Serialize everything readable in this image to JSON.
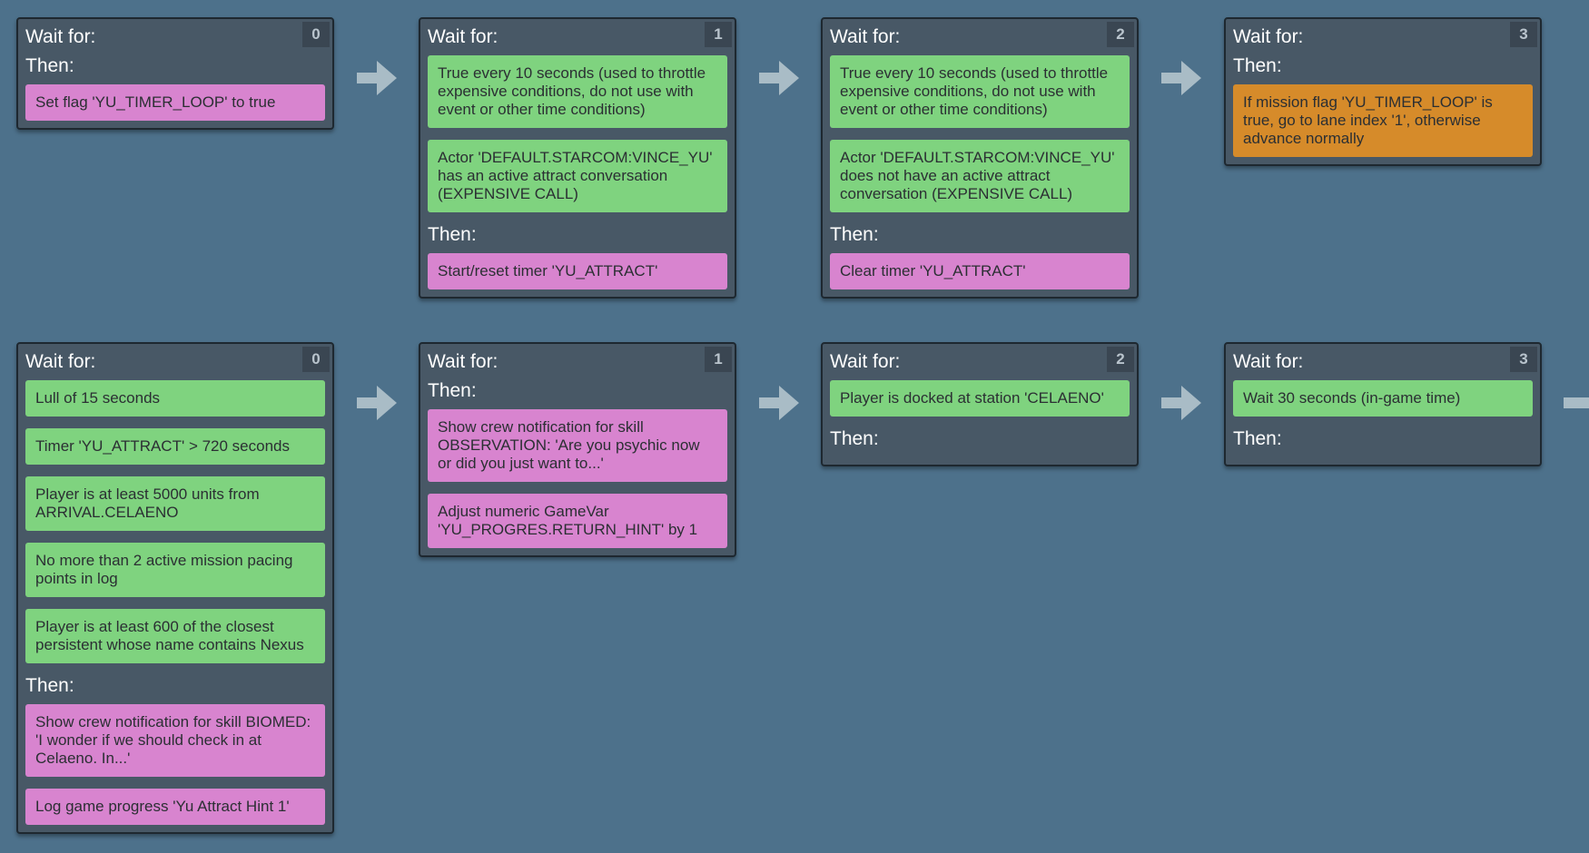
{
  "labels": {
    "wait_for": "Wait for:",
    "then": "Then:"
  },
  "lanes": [
    {
      "nodes": [
        {
          "index": "0",
          "conditions": [],
          "actions": [
            {
              "type": "action",
              "text": "Set flag 'YU_TIMER_LOOP' to true"
            }
          ]
        },
        {
          "index": "1",
          "conditions": [
            {
              "text": "True every 10 seconds (used to throttle expensive conditions, do not use with event or other time conditions)"
            },
            {
              "text": "Actor 'DEFAULT.STARCOM:VINCE_YU' has an active attract conversation (EXPENSIVE CALL)"
            }
          ],
          "actions": [
            {
              "type": "action",
              "text": "Start/reset timer 'YU_ATTRACT'"
            }
          ]
        },
        {
          "index": "2",
          "conditions": [
            {
              "text": "True every 10 seconds (used to throttle expensive conditions, do not use with event or other time conditions)"
            },
            {
              "text": "Actor 'DEFAULT.STARCOM:VINCE_YU' does not have an active attract conversation (EXPENSIVE CALL)"
            }
          ],
          "actions": [
            {
              "type": "action",
              "text": "Clear timer 'YU_ATTRACT'"
            }
          ]
        },
        {
          "index": "3",
          "conditions": [],
          "actions": [
            {
              "type": "flow",
              "text": "If mission flag 'YU_TIMER_LOOP' is true, go to lane index '1', otherwise advance normally"
            }
          ]
        }
      ]
    },
    {
      "nodes": [
        {
          "index": "0",
          "conditions": [
            {
              "text": "Lull of 15 seconds"
            },
            {
              "text": "Timer 'YU_ATTRACT' > 720 seconds"
            },
            {
              "text": "Player is at least 5000 units from ARRIVAL.CELAENO"
            },
            {
              "text": "No more than 2 active mission pacing points in log"
            },
            {
              "text": "Player is at least 600 of the closest persistent whose name contains Nexus"
            }
          ],
          "actions": [
            {
              "type": "action",
              "text": "Show crew notification for skill BIOMED: 'I wonder if we should check in at Celaeno. In...'"
            },
            {
              "type": "action",
              "text": "Log game progress 'Yu Attract Hint 1'"
            }
          ]
        },
        {
          "index": "1",
          "conditions": [],
          "actions": [
            {
              "type": "action",
              "text": "Show crew notification for skill OBSERVATION: 'Are you psychic now or did you just want to...'"
            },
            {
              "type": "action",
              "text": "Adjust numeric GameVar 'YU_PROGRES.RETURN_HINT' by 1"
            }
          ]
        },
        {
          "index": "2",
          "conditions": [
            {
              "text": "Player is docked at station 'CELAENO'"
            }
          ],
          "actions": []
        },
        {
          "index": "3",
          "conditions": [
            {
              "text": "Wait 30 seconds (in-game time)"
            }
          ],
          "actions": []
        }
      ]
    }
  ]
}
